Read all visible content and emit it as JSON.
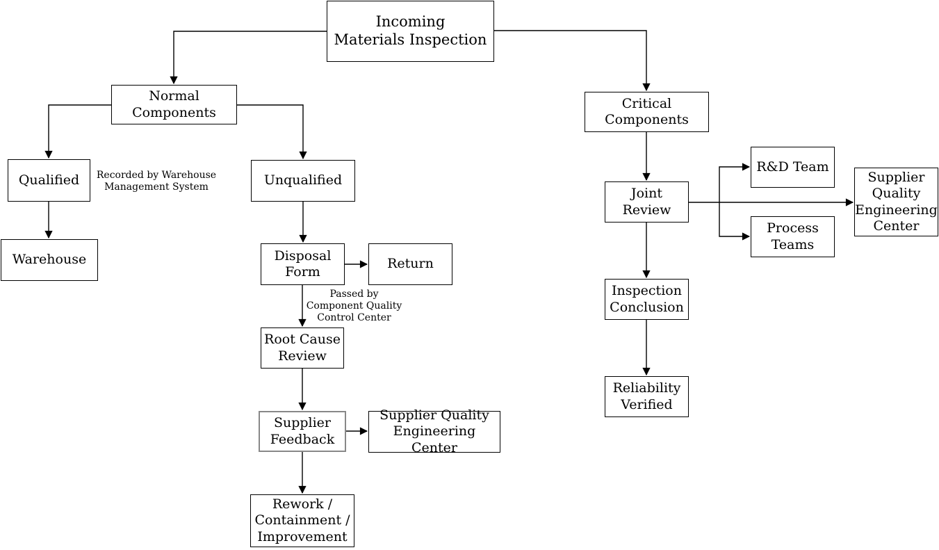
{
  "diagram": {
    "type": "flowchart",
    "colors": {
      "background": "#ffffff",
      "line": "#000000",
      "box_border": "#000000",
      "box_fill": "#ffffff",
      "highlight_box_border": "#888888",
      "text": "#000000"
    },
    "nodes": {
      "incoming": {
        "label": "Incoming\nMaterials Inspection"
      },
      "normal": {
        "label": "Normal Components"
      },
      "critical": {
        "label": "Critical Components"
      },
      "qualified": {
        "label": "Qualified"
      },
      "unqualified": {
        "label": "Unqualified"
      },
      "warehouse": {
        "label": "Warehouse"
      },
      "disposal": {
        "label": "Disposal\nForm"
      },
      "return": {
        "label": "Return"
      },
      "root_cause": {
        "label": "Root Cause\nReview"
      },
      "supplier_feedback": {
        "label": "Supplier\nFeedback"
      },
      "sqec_left": {
        "label": "Supplier Quality\nEngineering Center"
      },
      "rework": {
        "label": "Rework /\nContainment /\nImprovement"
      },
      "joint_review": {
        "label": "Joint Review"
      },
      "rnd_team": {
        "label": "R&D Team"
      },
      "process_teams": {
        "label": "Process\nTeams"
      },
      "sqec_right": {
        "label": "Supplier\nQuality\nEngineering\nCenter"
      },
      "inspection_conclusion": {
        "label": "Inspection\nConclusion"
      },
      "reliability_verified": {
        "label": "Reliability\nVerified"
      }
    },
    "annotations": {
      "recorded_by": "Recorded by Warehouse\nManagement System",
      "passed_by": "Passed by\nComponent Quality\nControl Center"
    },
    "edges": [
      {
        "from": "incoming",
        "to": "normal"
      },
      {
        "from": "incoming",
        "to": "critical"
      },
      {
        "from": "normal",
        "to": "qualified"
      },
      {
        "from": "normal",
        "to": "unqualified"
      },
      {
        "from": "qualified",
        "to": "warehouse"
      },
      {
        "from": "unqualified",
        "to": "disposal"
      },
      {
        "from": "disposal",
        "to": "return"
      },
      {
        "from": "disposal",
        "to": "root_cause"
      },
      {
        "from": "root_cause",
        "to": "supplier_feedback"
      },
      {
        "from": "supplier_feedback",
        "to": "sqec_left"
      },
      {
        "from": "supplier_feedback",
        "to": "rework"
      },
      {
        "from": "critical",
        "to": "joint_review"
      },
      {
        "from": "joint_review",
        "to": "rnd_team"
      },
      {
        "from": "joint_review",
        "to": "process_teams"
      },
      {
        "from": "joint_review",
        "to": "sqec_right"
      },
      {
        "from": "joint_review",
        "to": "inspection_conclusion"
      },
      {
        "from": "inspection_conclusion",
        "to": "reliability_verified"
      }
    ]
  }
}
